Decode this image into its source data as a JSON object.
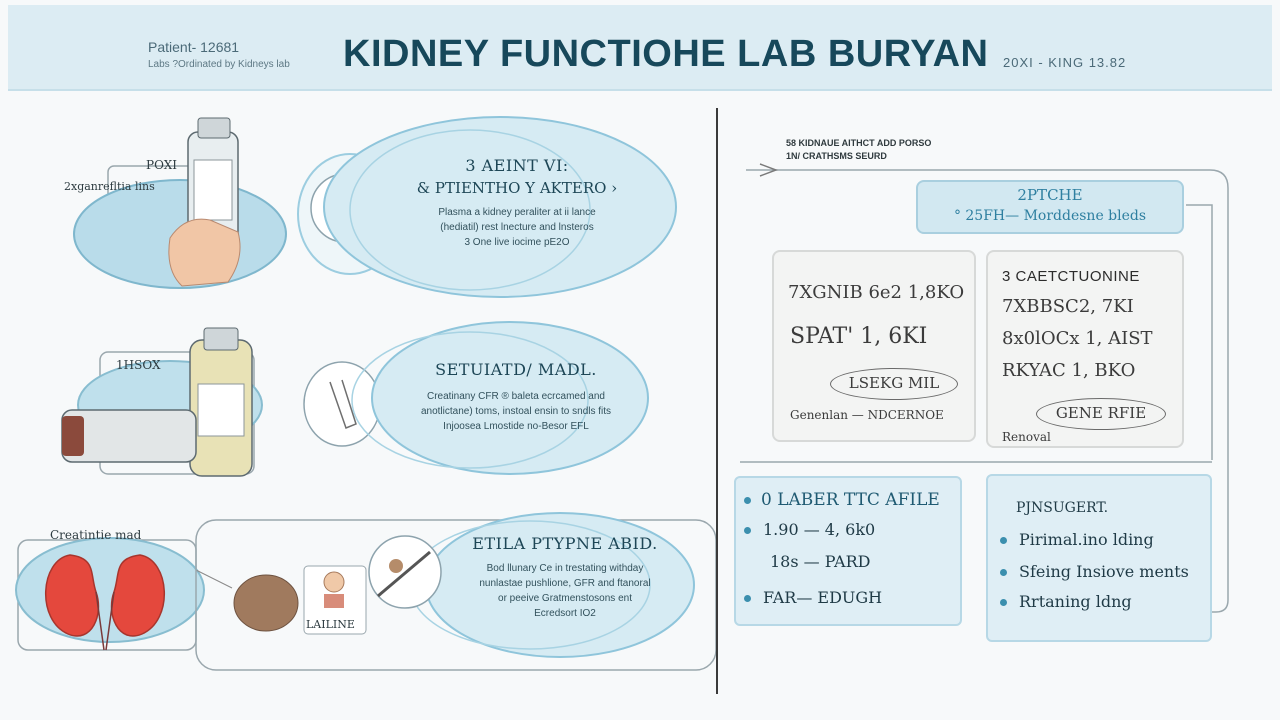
{
  "header": {
    "patient_id": "Patient- 12681",
    "patient_sub": "Labs ?Ordinated by Kidneys lab",
    "title": "KIDNEY FUNCTIOHE LAB BURYAN",
    "date": "20XI - KING 13.82"
  },
  "left_panel": {
    "steps": [
      {
        "tags": [
          "POXI",
          "2xganrefltia lins"
        ],
        "title": "3 AEINT VI:",
        "subtitle": "& PTIENTHO Y AKTERO ›",
        "body": [
          "Plasma a kidney peraliter at ii lance",
          "(hediatil) rest lnecture and lnsteros",
          "3 One live iocime pE2O"
        ]
      },
      {
        "tags": [
          "1HSOX"
        ],
        "title": "SETUIATD/ MADL.",
        "subtitle": "",
        "body": [
          "Creatinany CFR ® baleta ecrcamed and",
          "anotlictane) toms, instoal ensin to sndls fits",
          "Injoosea Lmostide no-Besor EFL"
        ]
      },
      {
        "tags": [
          "Creatintie mad",
          "LAILINE"
        ],
        "title": "ETILA PTYPNE ABID.",
        "subtitle": "",
        "body": [
          "Bod llunary Ce in trestating withday",
          "nunlastae pushlione, GFR and ftanoral",
          "or peeive Gratmenstosons ent",
          "Ecredsort IO2"
        ]
      }
    ]
  },
  "right_panel": {
    "caption": [
      "58 KIDNAUE AITHCT ADD PORSO",
      "1N/ CRATHSMS SEURD"
    ],
    "result": {
      "title": "2PTCHE",
      "value": "° 25FH— Morddesne bleds"
    },
    "calc_left": {
      "lines": [
        "7XGNIB 6e2 1,8KO",
        "SPAT' 1, 6KI",
        "LSEKG MIL",
        "Genenlan — NDCERNOE"
      ]
    },
    "calc_right": {
      "title": "3 CAETCTUONINE",
      "lines": [
        "7XBBSC2, 7KI",
        "8x0lOCx 1, AIST",
        "RKYAC 1, BKO",
        "GENE RFIE",
        "Renoval"
      ]
    },
    "info_left": {
      "title": "0 LABER TTC AFILE",
      "bullets": [
        "1.90 — 4, 6k0",
        "18s — PARD",
        "FAR— EDUGH"
      ]
    },
    "info_right": {
      "title": "PJNSUGERT.",
      "bullets": [
        "Pirimal.ino lding",
        "Sfeing Insiove ments",
        "Rrtaning ldng"
      ]
    }
  },
  "colors": {
    "header_bg": "#dcecf3",
    "accent": "#2e7fa0",
    "bubble_fill": "#d6ebf3",
    "kidney": "#e4483d"
  }
}
